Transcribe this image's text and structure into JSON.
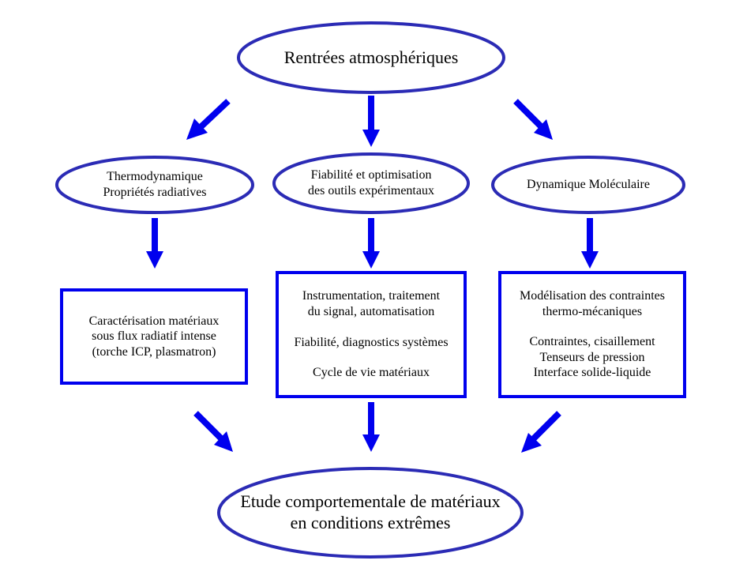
{
  "colors": {
    "stroke": "#2b2bb5",
    "arrow": "#0000ee",
    "fill": "#ffffff",
    "text": "#000000"
  },
  "top": {
    "line1": "Rentrées atmosphériques"
  },
  "branches": {
    "thermo": {
      "line1": "Thermodynamique",
      "line2": "Propriétés radiatives"
    },
    "fiab": {
      "line1": "Fiabilité et optimisation",
      "line2": "des outils expérimentaux"
    },
    "dyn": {
      "line1": "Dynamique Moléculaire"
    }
  },
  "boxes": {
    "left": {
      "line1": "Caractérisation matériaux",
      "line2": "sous flux radiatif intense",
      "line3": "(torche ICP, plasmatron)"
    },
    "mid": {
      "line1": "Instrumentation, traitement",
      "line2": "du signal, automatisation",
      "line3": "Fiabilité, diagnostics systèmes",
      "line4": "Cycle de vie matériaux"
    },
    "right": {
      "line1": "Modélisation des contraintes",
      "line2": "thermo-mécaniques",
      "line3": "Contraintes, cisaillement",
      "line4": "Tenseurs de pression",
      "line5": "Interface solide-liquide"
    }
  },
  "bottom": {
    "line1": "Etude comportementale de matériaux",
    "line2": "en conditions extrêmes"
  }
}
